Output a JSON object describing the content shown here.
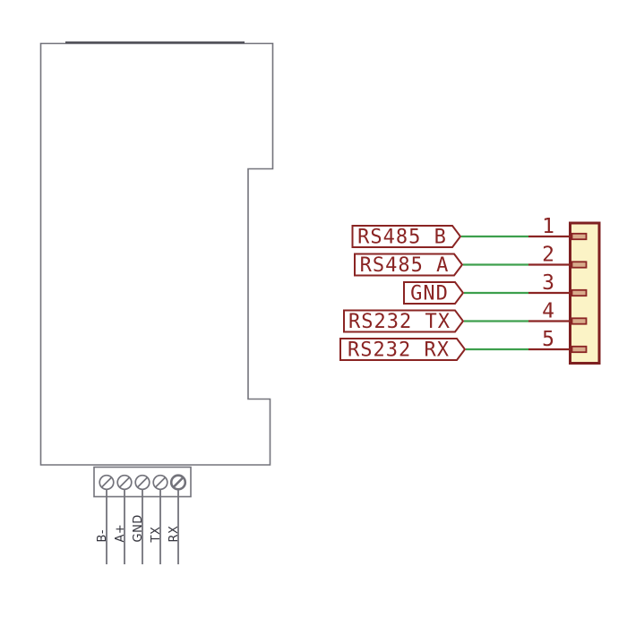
{
  "page": {
    "background": "#ffffff",
    "description": "Schematic drawing: module outline with 5-pin screw terminal block and connector net labels"
  },
  "colors": {
    "outline_gray": "#73737b",
    "outline_dark": "#45454d",
    "label_dark": "#33333c",
    "schematic_red": "#8a2423",
    "wire_green": "#3d9f4d",
    "connector_fill": "#fbf3c6",
    "connector_border": "#7e2021",
    "pad_fill": "#d8ab8b"
  },
  "module_drawing": {
    "terminal_labels": [
      "B-",
      "A+",
      "GND",
      "TX",
      "RX"
    ]
  },
  "connector_schematic": {
    "pins": [
      {
        "number": "1",
        "net": "RS485_B"
      },
      {
        "number": "2",
        "net": "RS485_A"
      },
      {
        "number": "3",
        "net": "GND"
      },
      {
        "number": "4",
        "net": "RS232_TX"
      },
      {
        "number": "5",
        "net": "RS232_RX"
      }
    ]
  }
}
